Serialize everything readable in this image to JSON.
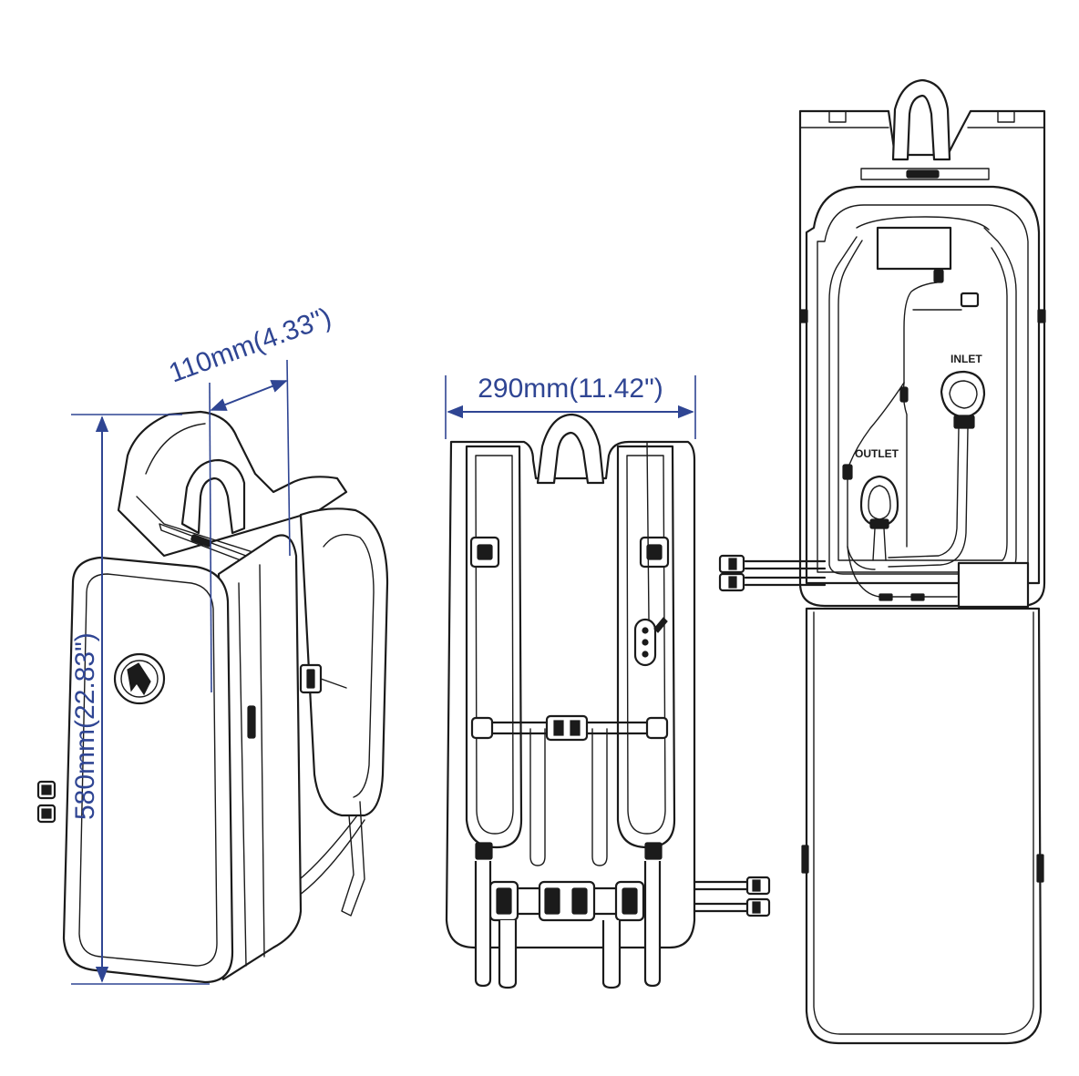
{
  "dimensions": {
    "height": "580mm(22.83\")",
    "depth": "110mm(4.33\")",
    "width": "290mm(11.42\")"
  },
  "labels": {
    "outlet": "OUTLET",
    "inlet": "INLET"
  },
  "colors": {
    "dimension": "#2f4593",
    "line": "#1b1b1b",
    "background": "#ffffff"
  }
}
